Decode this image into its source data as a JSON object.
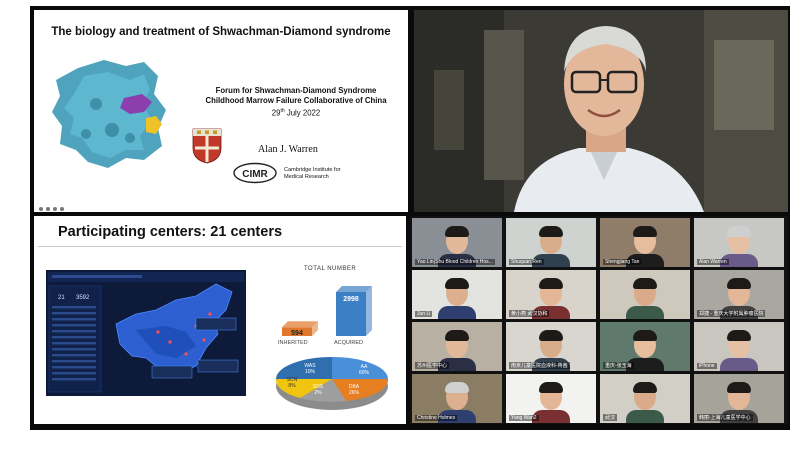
{
  "slide1": {
    "title": "The biology and treatment of Shwachman-Diamond syndrome",
    "forum_line1": "Forum for Shwachman-Diamond Syndrome",
    "forum_line2": "Childhood Marrow Failure Collaborative of China",
    "date_main": "29",
    "date_sup": "th",
    "date_rest": " July 2022",
    "speaker": "Alan J. Warren",
    "cimr_logo_text": "CIMR",
    "cimr_line1": "Cambridge Institute for",
    "cimr_line2": "Medical Research"
  },
  "slide2": {
    "title": "Participating centers: 21 centers",
    "map_stats": [
      "21",
      "3592"
    ],
    "total_label": "TOTAL NUMBER",
    "bar_labels": [
      "INHERITED",
      "ACQUIRED"
    ],
    "pie_labels": [
      {
        "name": "AA",
        "pct": "60%"
      },
      {
        "name": "DBA",
        "pct": "26%"
      },
      {
        "name": "SDS",
        "pct": "2%"
      },
      {
        "name": "SCN",
        "pct": "8%"
      },
      {
        "name": "WAS",
        "pct": "10%"
      }
    ]
  },
  "chart_data": {
    "type": "bar",
    "title": "TOTAL NUMBER",
    "categories": [
      "INHERITED",
      "ACQUIRED"
    ],
    "values": [
      594,
      2998
    ]
  },
  "gallery": {
    "participants": [
      {
        "name": "Yao Lin(Shu Blood Children Hos..."
      },
      {
        "name": "Shuquan Ren"
      },
      {
        "name": "Shengjiang Tan"
      },
      {
        "name": "Alan Warren"
      },
      {
        "name": "Jun Li"
      },
      {
        "name": "黄小燕 武汉协和"
      },
      {
        "name": ""
      },
      {
        "name": "郑捷 - 重庆大学附属肿瘤医院"
      },
      {
        "name": "苏州医学中心"
      },
      {
        "name": "南京儿童医院血液科-蒋茜"
      },
      {
        "name": "重庆-张玉海"
      },
      {
        "name": "iPhone"
      },
      {
        "name": "Christine Holmes"
      },
      {
        "name": "Yang Wan2"
      },
      {
        "name": "武汉"
      },
      {
        "name": "韩丽-上海儿童医学中心"
      }
    ]
  },
  "colors": {
    "map_bg": "#0d1a3a",
    "bar_orange": "#e0772c",
    "bar_blue": "#3d7fc4",
    "pie_aa": "#4a90d9",
    "pie_dba": "#e67e22",
    "pie_sds": "#9e9e9e",
    "pie_scn": "#f1c40f",
    "pie_was": "#2f6fb0"
  }
}
